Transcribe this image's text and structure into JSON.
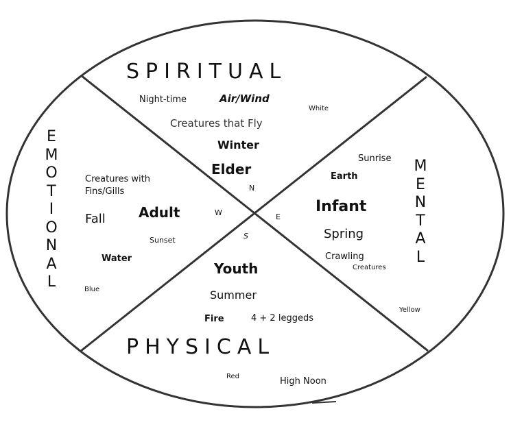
{
  "quadrants": {
    "top": {
      "title": "SPIRITUAL",
      "time": "Night-time",
      "element": "Air/Wind",
      "color": "White",
      "creatures": "Creatures that Fly",
      "season": "Winter",
      "stage": "Elder",
      "direction": "N"
    },
    "right": {
      "title_letters": [
        "M",
        "E",
        "N",
        "T",
        "A",
        "L"
      ],
      "time": "Sunrise",
      "element": "Earth",
      "stage": "Infant",
      "season": "Spring",
      "creatures_line1": "Crawling",
      "creatures_line2": "Creatures",
      "color": "Yellow",
      "direction": "E"
    },
    "bottom": {
      "title": "PHYSICAL",
      "stage": "Youth",
      "season": "Summer",
      "element": "Fire",
      "creatures": "4 + 2 leggeds",
      "color": "Red",
      "time": "High Noon",
      "direction": "S"
    },
    "left": {
      "title_letters": [
        "E",
        "M",
        "O",
        "T",
        "I",
        "O",
        "N",
        "A",
        "L"
      ],
      "creatures_line1": "Creatures with",
      "creatures_line2": "Fins/Gills",
      "stage": "Adult",
      "season": "Fall",
      "time": "Sunset",
      "element": "Water",
      "color": "Blue",
      "direction": "W"
    }
  }
}
